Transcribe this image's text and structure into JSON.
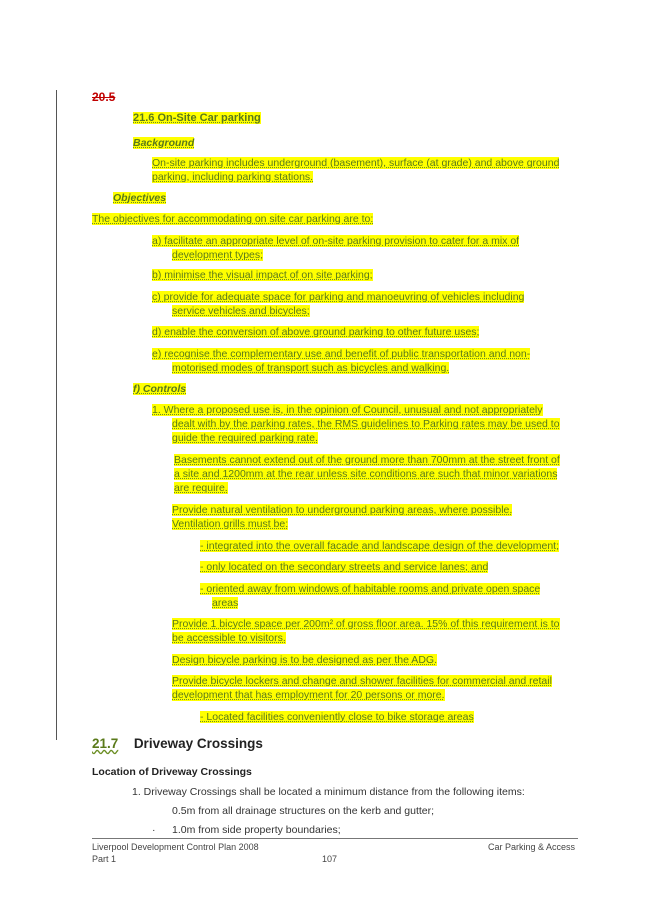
{
  "deleted_heading": "20.5",
  "section_216": "21.6 On-Site Car parking",
  "background_heading": "Background",
  "background_text": [
    "On-site parking includes underground (basement), surface (at grade) and above ground",
    "parking, including parking stations."
  ],
  "objectives_heading": "Objectives",
  "objectives_intro": "The objectives for accommodating on site car parking are to:",
  "objectives": [
    [
      "a)  facilitate an appropriate level of on-site parking provision to cater for a mix of",
      "development types;"
    ],
    [
      "b)   minimise the visual impact of on site parking;"
    ],
    [
      "c)   provide for adequate space for parking and manoeuvring of vehicles including",
      "service vehicles and bicycles;"
    ],
    [
      "d)   enable the conversion of above ground parking to other future uses;"
    ],
    [
      "e)   recognise the complementary use and benefit of public transportation and non-",
      "motorised modes of transport such as bicycles and walking."
    ]
  ],
  "controls_heading": "f)   Controls",
  "control_1": [
    "1.   Where a proposed use is, in the opinion of Council, unusual and not appropriately",
    "dealt with by the parking rates, the RMS guidelines to Parking rates may be used to",
    "guide the required parking rate."
  ],
  "basements": [
    "Basements cannot extend out of the ground more than 700mm at the street front of",
    "a site and 1200mm at the rear unless site conditions are such that minor variations",
    "are require."
  ],
  "ventilation": [
    "Provide natural ventilation to underground parking areas, where possible.",
    "Ventilation grills must be:"
  ],
  "vent_bullets": [
    [
      "-   integrated into the overall facade and landscape design of the development;"
    ],
    [
      "-   only located on the secondary streets and service lanes; and"
    ],
    [
      "-   oriented away from windows of habitable rooms and private open space",
      "areas"
    ]
  ],
  "bicycle_space": [
    "Provide 1 bicycle space per 200m² of gross floor area. 15% of this requirement is to",
    "be accessible to visitors."
  ],
  "bicycle_design": "Design bicycle parking is to be designed as per the ADG.",
  "lockers": [
    "Provide bicycle lockers and change and shower facilities for commercial and retail",
    "development that has employment for 20 persons or more."
  ],
  "lockers_bullet": "-   Located facilities conveniently close to bike storage areas",
  "section_217_num": "21.7",
  "section_217_title": "Driveway Crossings",
  "location_heading": "Location of Driveway Crossings",
  "location_item": "1.    Driveway Crossings shall be located a minimum distance from the following items:",
  "location_sub": [
    "0.5m from all drainage structures on the kerb and gutter;",
    "1.0m from side property boundaries;"
  ],
  "footer": {
    "left_line1": "Liverpool Development Control Plan 2008",
    "left_line2": "Part 1",
    "page": "107",
    "right": "Car Parking & Access"
  }
}
